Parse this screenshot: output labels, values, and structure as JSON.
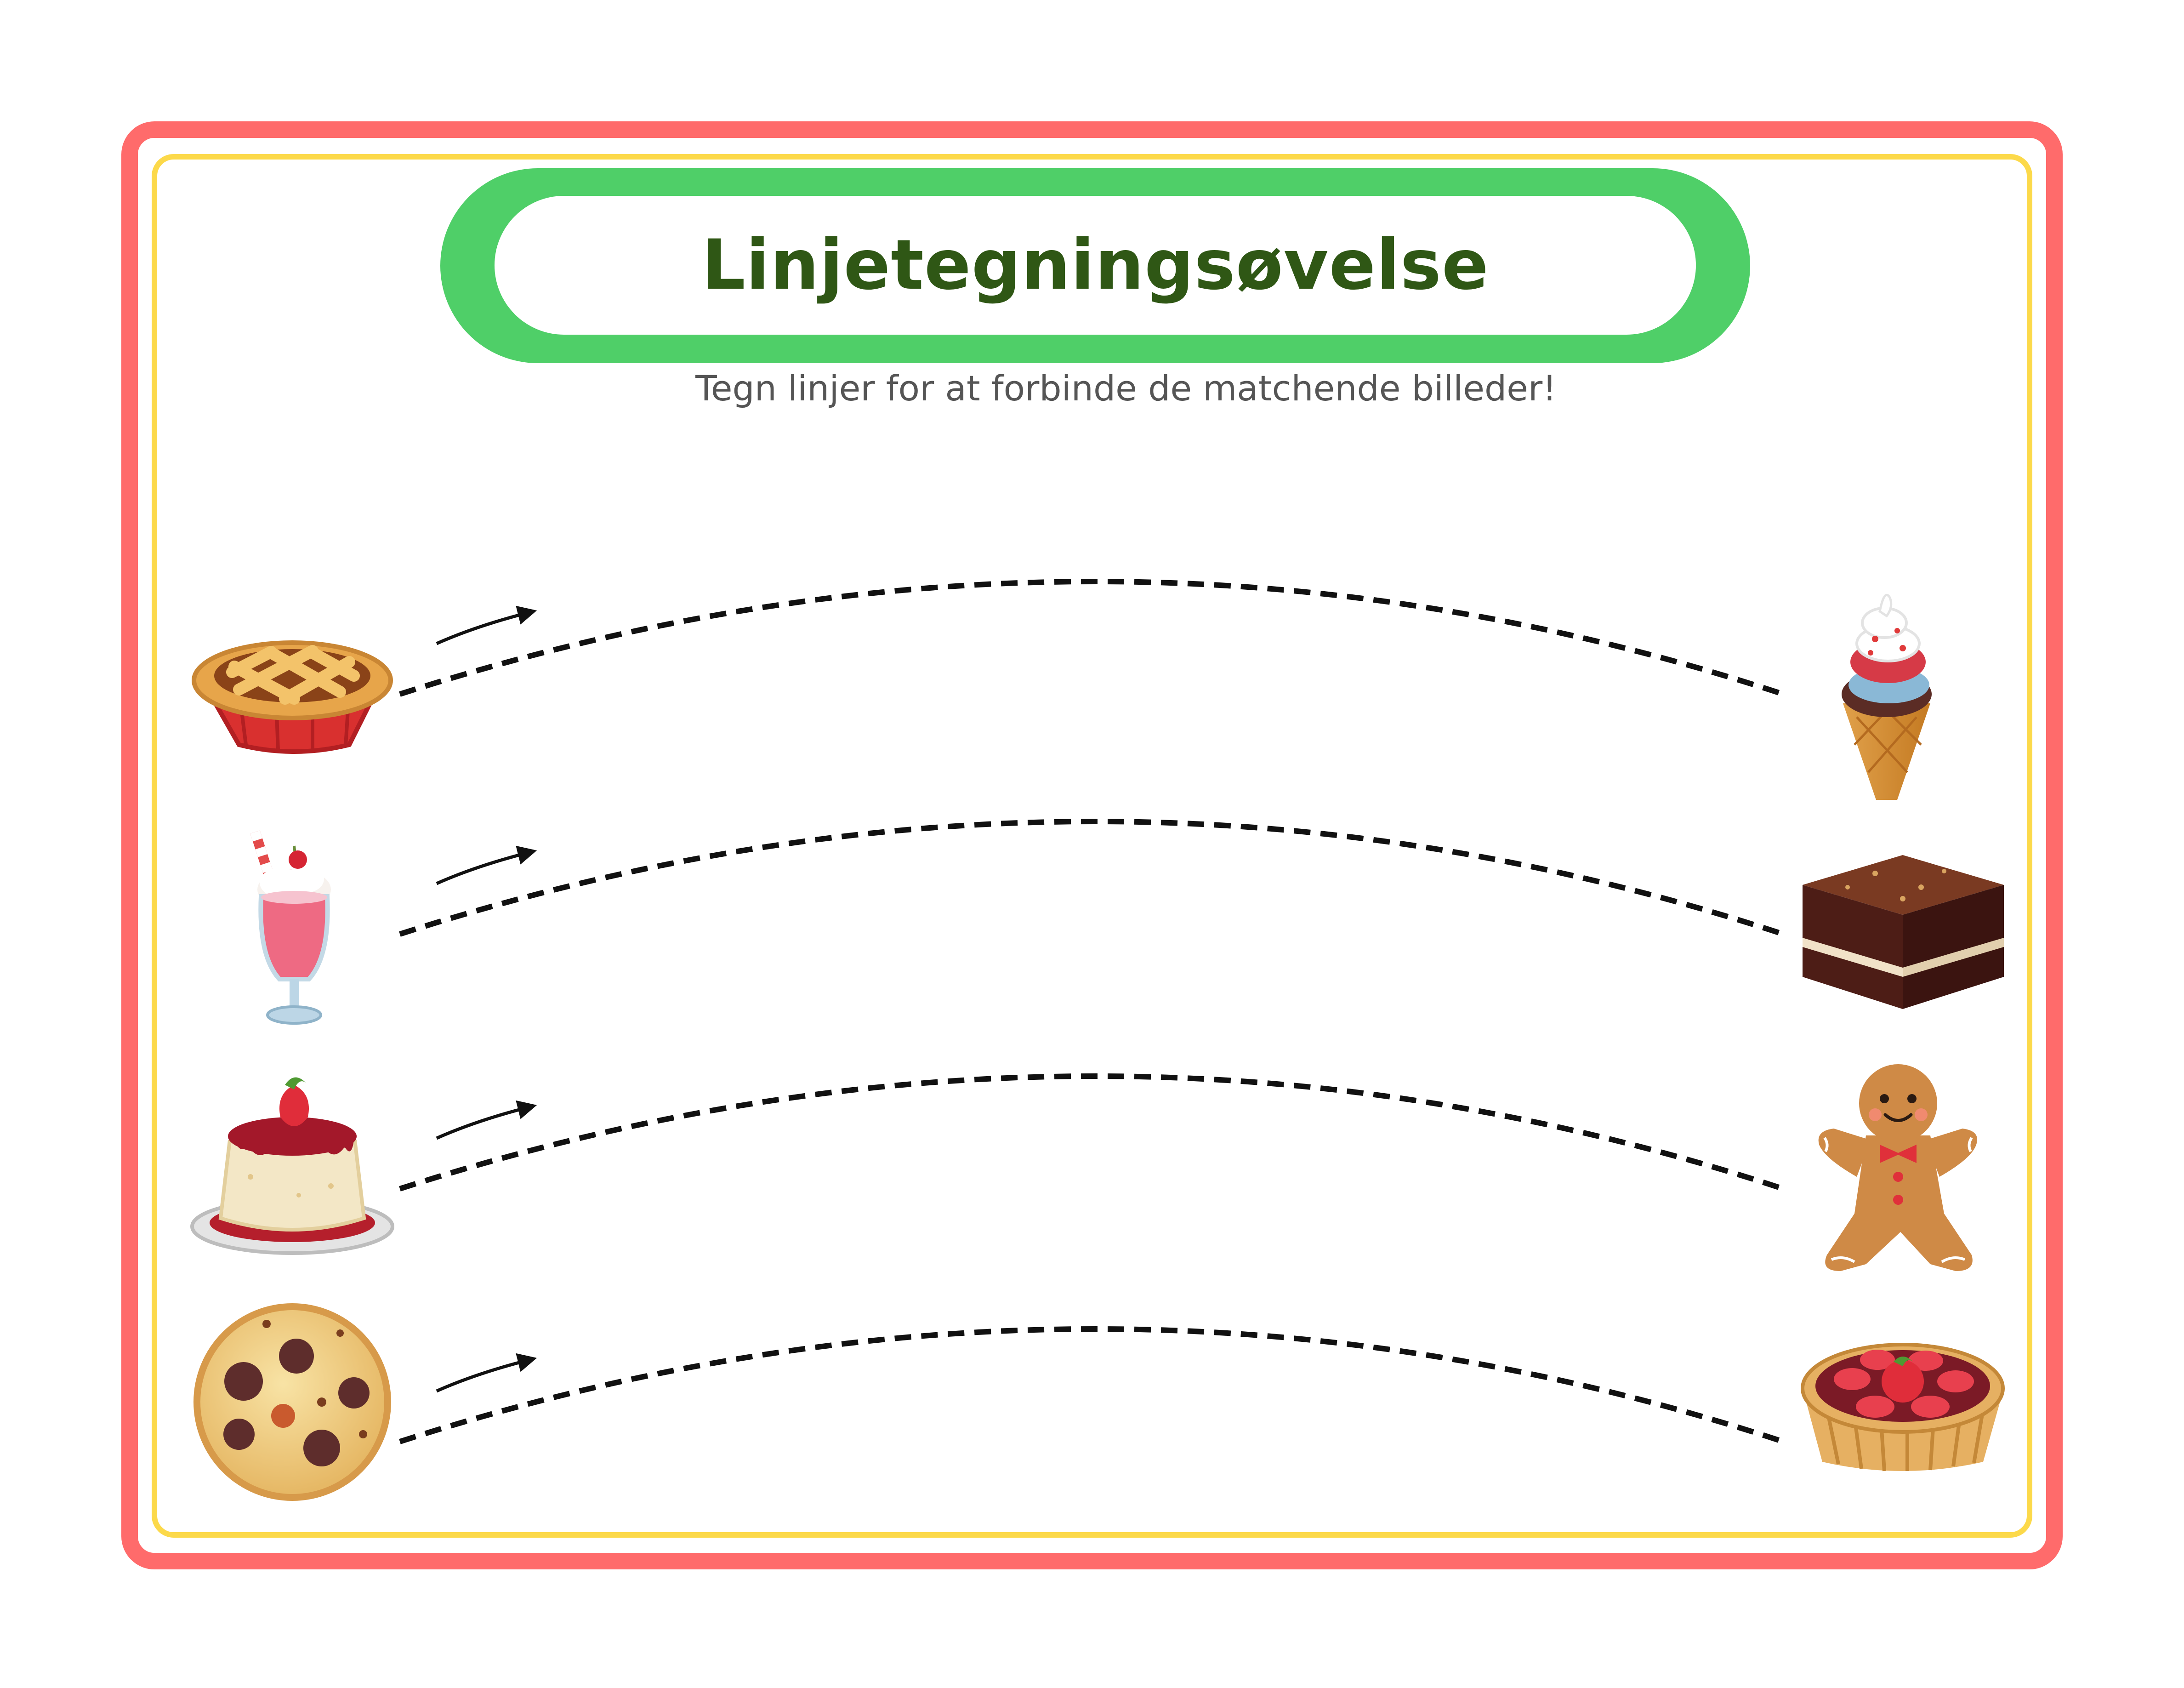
{
  "title": "Linjetegningsøvelse",
  "subtitle": "Tegn linjer for at forbinde de matchende billeder!",
  "colors": {
    "outer_border": "#ff6b6b",
    "inner_border": "#fcd94a",
    "title_pill": "#4fcf68",
    "title_text": "#2f5715",
    "subtitle_text": "#555555",
    "trace_line": "#111111"
  },
  "left_items": [
    {
      "icon": "pie-icon"
    },
    {
      "icon": "milkshake-icon"
    },
    {
      "icon": "pudding-icon"
    },
    {
      "icon": "cookie-icon"
    }
  ],
  "right_items": [
    {
      "icon": "ice-cream-cone-icon"
    },
    {
      "icon": "brownie-icon"
    },
    {
      "icon": "gingerbread-man-icon"
    },
    {
      "icon": "strawberry-tart-icon"
    }
  ],
  "rows": 4
}
